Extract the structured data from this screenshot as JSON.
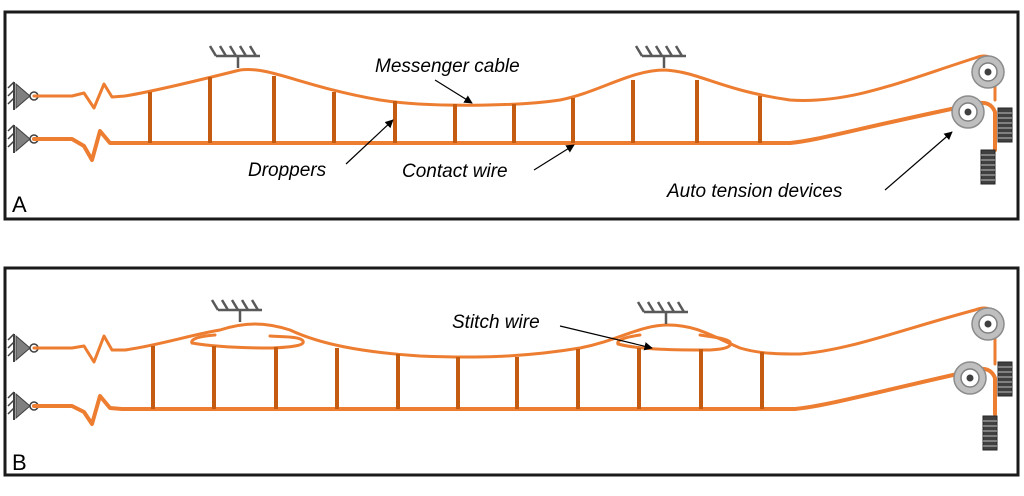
{
  "panels": [
    {
      "letter": "A",
      "labels": {
        "messenger": "Messenger cable",
        "droppers": "Droppers",
        "contact": "Contact wire",
        "tension": "Auto tension devices"
      }
    },
    {
      "letter": "B",
      "labels": {
        "stitch": "Stitch wire"
      }
    }
  ],
  "colors": {
    "wire": "#ed7d31",
    "dropper": "#c55a11",
    "support": "#595959",
    "frame": "#1a1a1a"
  }
}
